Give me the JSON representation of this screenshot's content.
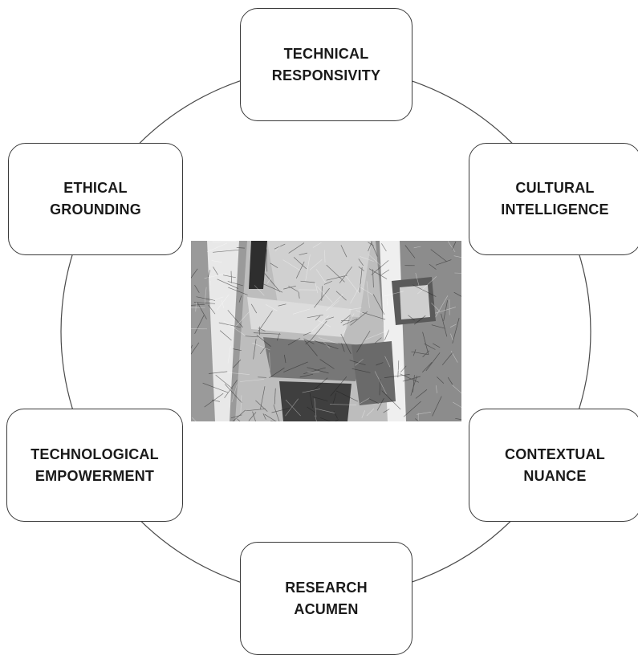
{
  "nodes": [
    {
      "id": "top",
      "lines": [
        "TECHNICAL",
        "RESPONSIVITY"
      ]
    },
    {
      "id": "ur",
      "lines": [
        "CULTURAL",
        "INTELLIGENCE"
      ]
    },
    {
      "id": "lr",
      "lines": [
        "CONTEXTUAL",
        "NUANCE"
      ]
    },
    {
      "id": "bottom",
      "lines": [
        "RESEARCH",
        "ACUMEN"
      ]
    },
    {
      "id": "ll",
      "lines": [
        "TECHNOLOGICAL",
        "EMPOWERMENT"
      ]
    },
    {
      "id": "ul",
      "lines": [
        "ETHICAL",
        "GROUNDING"
      ]
    }
  ],
  "center_image": {
    "description": "grayscale sketch-style image",
    "style": "monochrome"
  },
  "colors": {
    "stroke": "#3a3a3a",
    "text": "#1a1a1a",
    "background": "#ffffff"
  }
}
